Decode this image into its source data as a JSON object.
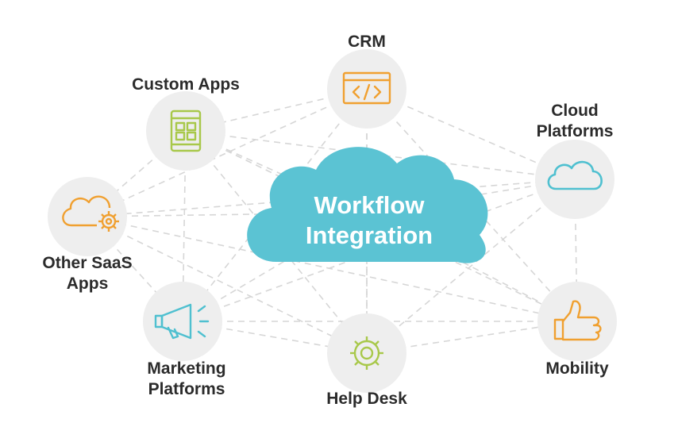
{
  "center": {
    "line1": "Workflow",
    "line2": "Integration",
    "color": "#5bc3d3"
  },
  "nodes": [
    {
      "id": "crm",
      "label_lines": [
        "CRM"
      ],
      "icon": "code-window-icon",
      "icon_color": "#f0a030"
    },
    {
      "id": "custom-apps",
      "label_lines": [
        "Custom Apps"
      ],
      "icon": "app-grid-icon",
      "icon_color": "#a8c84a"
    },
    {
      "id": "cloud-platforms",
      "label_lines": [
        "Cloud",
        "Platforms"
      ],
      "icon": "cloud-icon",
      "icon_color": "#4fc0d0"
    },
    {
      "id": "other-saas-apps",
      "label_lines": [
        "Other SaaS",
        "Apps"
      ],
      "icon": "cloud-gear-icon",
      "icon_color": "#f0a030"
    },
    {
      "id": "marketing-platforms",
      "label_lines": [
        "Marketing",
        "Platforms"
      ],
      "icon": "megaphone-icon",
      "icon_color": "#4fc0d0"
    },
    {
      "id": "help-desk",
      "label_lines": [
        "Help Desk"
      ],
      "icon": "gear-icon",
      "icon_color": "#a8c84a"
    },
    {
      "id": "mobility",
      "label_lines": [
        "Mobility"
      ],
      "icon": "thumbs-up-icon",
      "icon_color": "#f0a030"
    }
  ],
  "colors": {
    "node_circle": "#eeeeee",
    "connector": "#d6d6d6",
    "label_text": "#2b2b2b"
  }
}
